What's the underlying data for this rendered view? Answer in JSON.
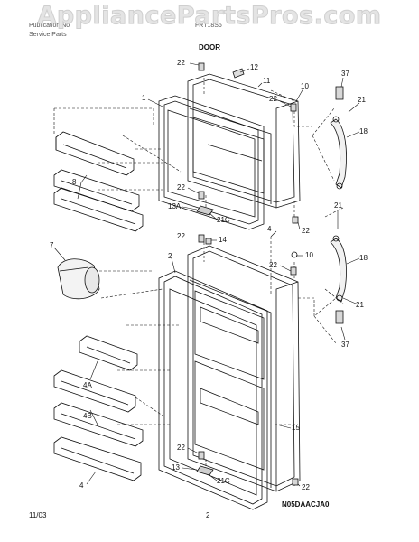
{
  "watermark": "AppliancePartsPros.com",
  "header": {
    "left_top": "Publication No",
    "left_bottom": "Service Parts",
    "right": "FRT18S6"
  },
  "section_title": "DOOR",
  "footer": {
    "date": "11/03",
    "page": "2",
    "diagram_code": "N05DAACJA0"
  },
  "callouts": {
    "c22_top": "22",
    "c12": "12",
    "c11": "11",
    "c1": "1",
    "c10_top": "10",
    "c22_hinge": "22",
    "c37_top": "37",
    "c21_top": "21",
    "c18_top": "18",
    "c8": "8",
    "c22_mid": "22",
    "c13A": "13A",
    "c21C_top": "21C",
    "c21_mid": "21",
    "c22_right": "22",
    "c22_low": "22",
    "c14": "14",
    "c4_pin": "4",
    "c7": "7",
    "c2": "2",
    "c10_low": "10",
    "c22_low2": "22",
    "c18_low": "18",
    "c21_low": "21",
    "c37_low": "37",
    "c4A": "4A",
    "c4B": "4B",
    "c15": "15",
    "c4": "4",
    "c22_bot": "22",
    "c13": "13",
    "c21C_bot": "21C",
    "c22_bot2": "22"
  }
}
